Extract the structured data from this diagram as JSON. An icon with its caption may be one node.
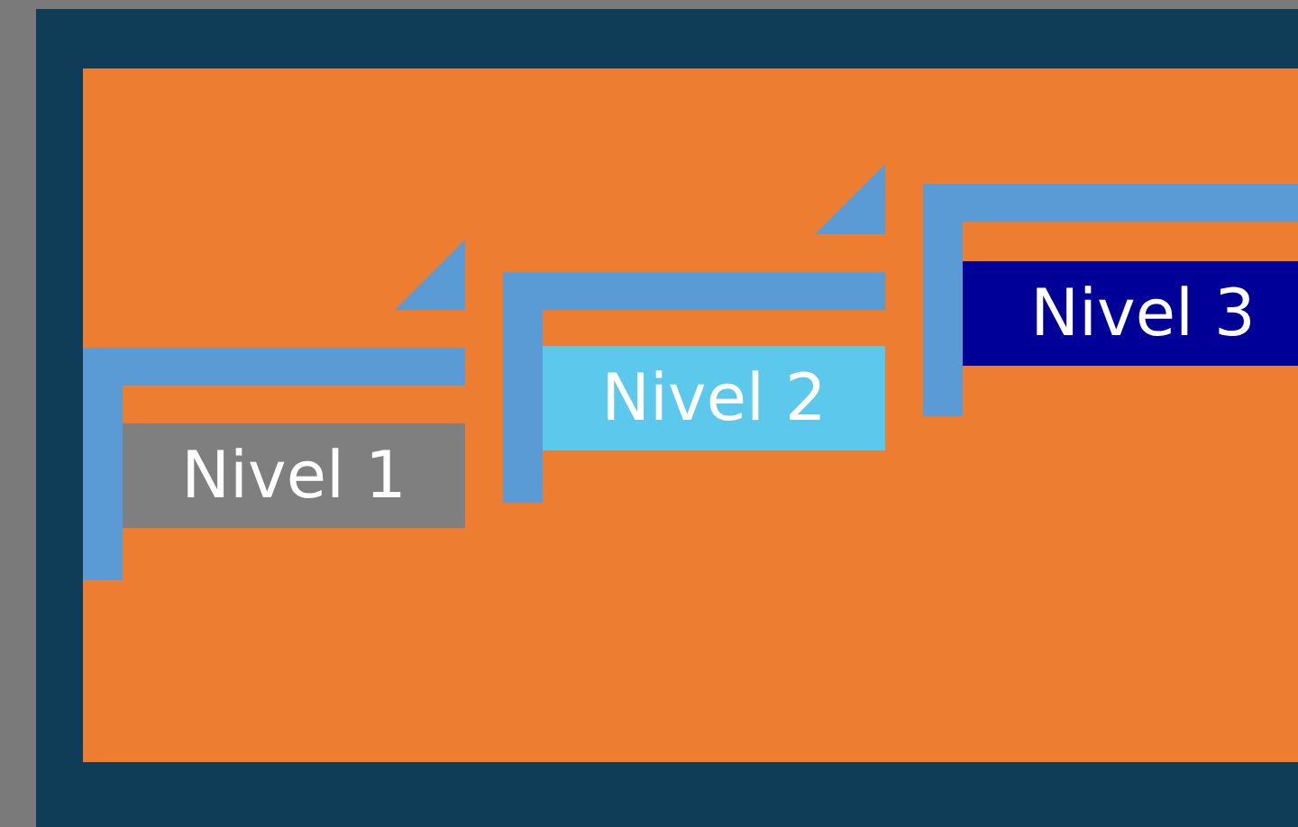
{
  "diagram": {
    "nodes": [
      {
        "text": [
          "Nivel 1"
        ]
      },
      {
        "text": [
          "Nivel 2"
        ]
      },
      {
        "text": [
          "Nivel 3"
        ]
      }
    ]
  }
}
